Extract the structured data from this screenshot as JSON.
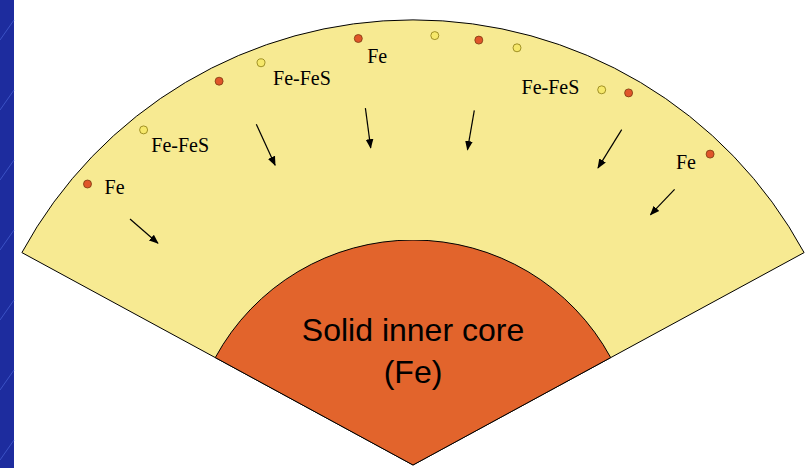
{
  "diagram": {
    "nodes": [
      {
        "text": [
          "Solid inner core (Fe)"
        ]
      }
    ],
    "labels": [
      "Fe",
      "Fe-FeS",
      "Fe-FeS",
      "Fe",
      "Fe-FeS",
      "Fe"
    ]
  }
}
